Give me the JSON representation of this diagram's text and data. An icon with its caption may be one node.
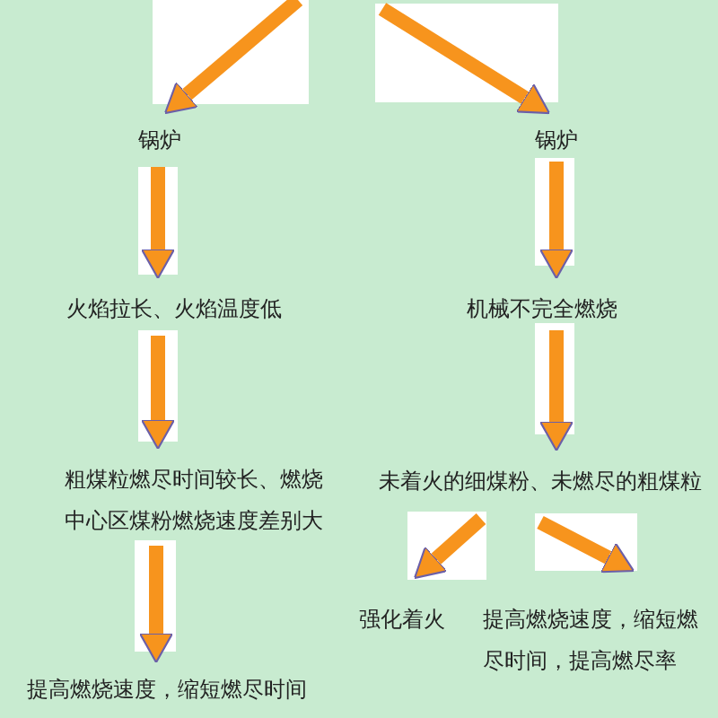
{
  "diagram": {
    "nodes": [
      {
        "text": [
          "锅炉"
        ]
      },
      {
        "text": [
          "锅炉"
        ]
      },
      {
        "text": [
          "火焰拉长、火焰温度低"
        ]
      },
      {
        "text": [
          "机械不完全燃烧"
        ]
      },
      {
        "text": [
          "粗煤粒燃尽时间较长、燃烧中心区煤粉燃烧速度差别大"
        ]
      },
      {
        "text": [
          "未着火的细煤粉、未燃尽的粗煤粒"
        ]
      },
      {
        "text": [
          "强化着火"
        ]
      },
      {
        "text": [
          "提高燃烧速度，缩短燃尽时间，提高燃尽率"
        ]
      },
      {
        "text": [
          "提高燃烧速度，缩短燃尽时间"
        ]
      }
    ],
    "edges": [
      {
        "from": null,
        "to": 0,
        "arrow": "to"
      },
      {
        "from": null,
        "to": 1,
        "arrow": "to"
      },
      {
        "from": 0,
        "to": 2,
        "arrow": "to"
      },
      {
        "from": 1,
        "to": 3,
        "arrow": "to"
      },
      {
        "from": 2,
        "to": 4,
        "arrow": "to"
      },
      {
        "from": 3,
        "to": 5,
        "arrow": "to"
      },
      {
        "from": 5,
        "to": 6,
        "arrow": "to"
      },
      {
        "from": 5,
        "to": 7,
        "arrow": "to"
      },
      {
        "from": 4,
        "to": 8,
        "arrow": "to"
      }
    ]
  }
}
